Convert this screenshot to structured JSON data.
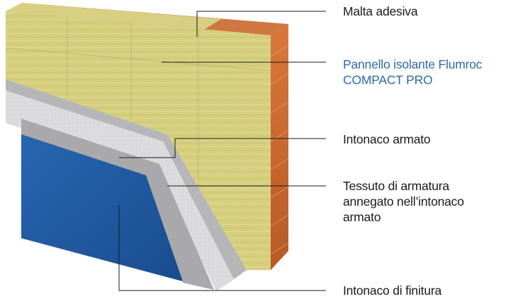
{
  "labels": {
    "malta_adesiva": "Malta adesiva",
    "pannello_line1": "Pannello isolante Flumroc",
    "pannello_line2": "COMPACT PRO",
    "intonaco_armato": "Intonaco armato",
    "tessuto_line1": "Tessuto di armatura",
    "tessuto_line2": "annegato nell’intonaco",
    "tessuto_line3": "armato",
    "intonaco_finitura": "Intonaco di finitura"
  },
  "colors": {
    "accent_label": "#2f6aa6",
    "insulation": "#d6cf7e",
    "brick": "#c8672e",
    "reinforced_plaster": "#b6b6b8",
    "mesh": "#dcdcde",
    "finish_plaster": "#1f57a0"
  }
}
